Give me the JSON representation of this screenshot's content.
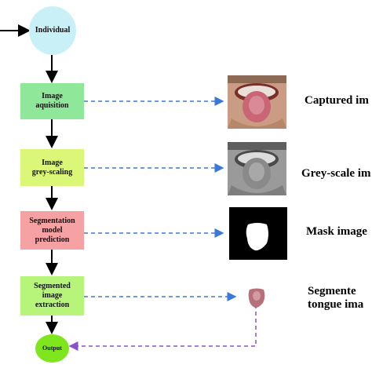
{
  "flow": {
    "start_node": "Individual",
    "steps": [
      {
        "label": "Image\naquisition",
        "color": "#8fe89a"
      },
      {
        "label": "Image\ngrey-scaling",
        "color": "#dbf777"
      },
      {
        "label": "Segmentation\nmodel\nprediction",
        "color": "#f6a2a4"
      },
      {
        "label": "Segmented\nimage\nextraction",
        "color": "#b7f47a"
      }
    ],
    "end_node": "Output"
  },
  "outputs": [
    {
      "label": "Captured im"
    },
    {
      "label": "Grey-scale im"
    },
    {
      "label": "Mask image"
    },
    {
      "label": "Segmente\ntongue ima"
    }
  ],
  "colors": {
    "start_node": "#c9f0f7",
    "end_node": "#7fe61e",
    "main_arrow": "#000000",
    "dashed_arrow": "#3b78d8",
    "feedback_arrow": "#8a52c9"
  }
}
